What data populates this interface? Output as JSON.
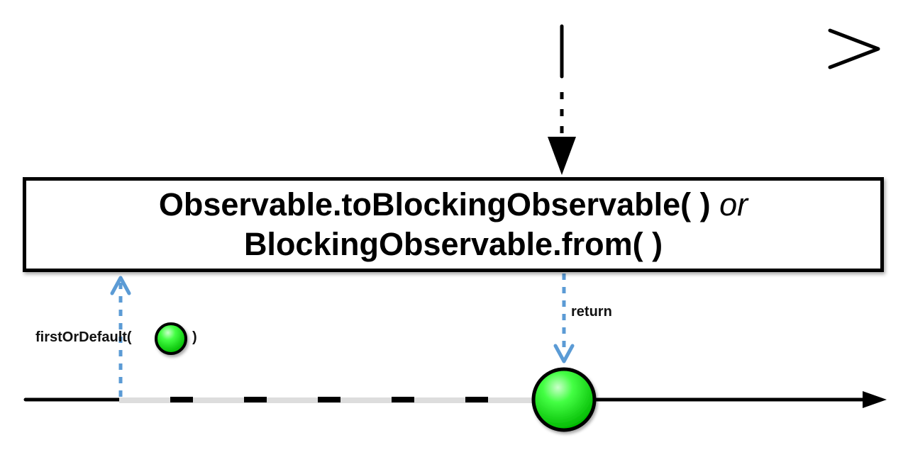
{
  "operator": {
    "line1_main": "Observable.toBlockingObservable( )",
    "line1_conjunction": "or",
    "line2": "BlockingObservable.from( )"
  },
  "labels": {
    "call_prefix": "firstOrDefault(",
    "call_suffix": ")",
    "return": "return"
  },
  "colors": {
    "line": "#000000",
    "call_arrow": "#5b9bd5",
    "marble_fill": "#22dd22",
    "marble_stroke": "#000000",
    "blocking_gap": "#dddddd"
  },
  "icons": {
    "marble": "green-circle-marble",
    "arrowhead": "arrow-head"
  }
}
